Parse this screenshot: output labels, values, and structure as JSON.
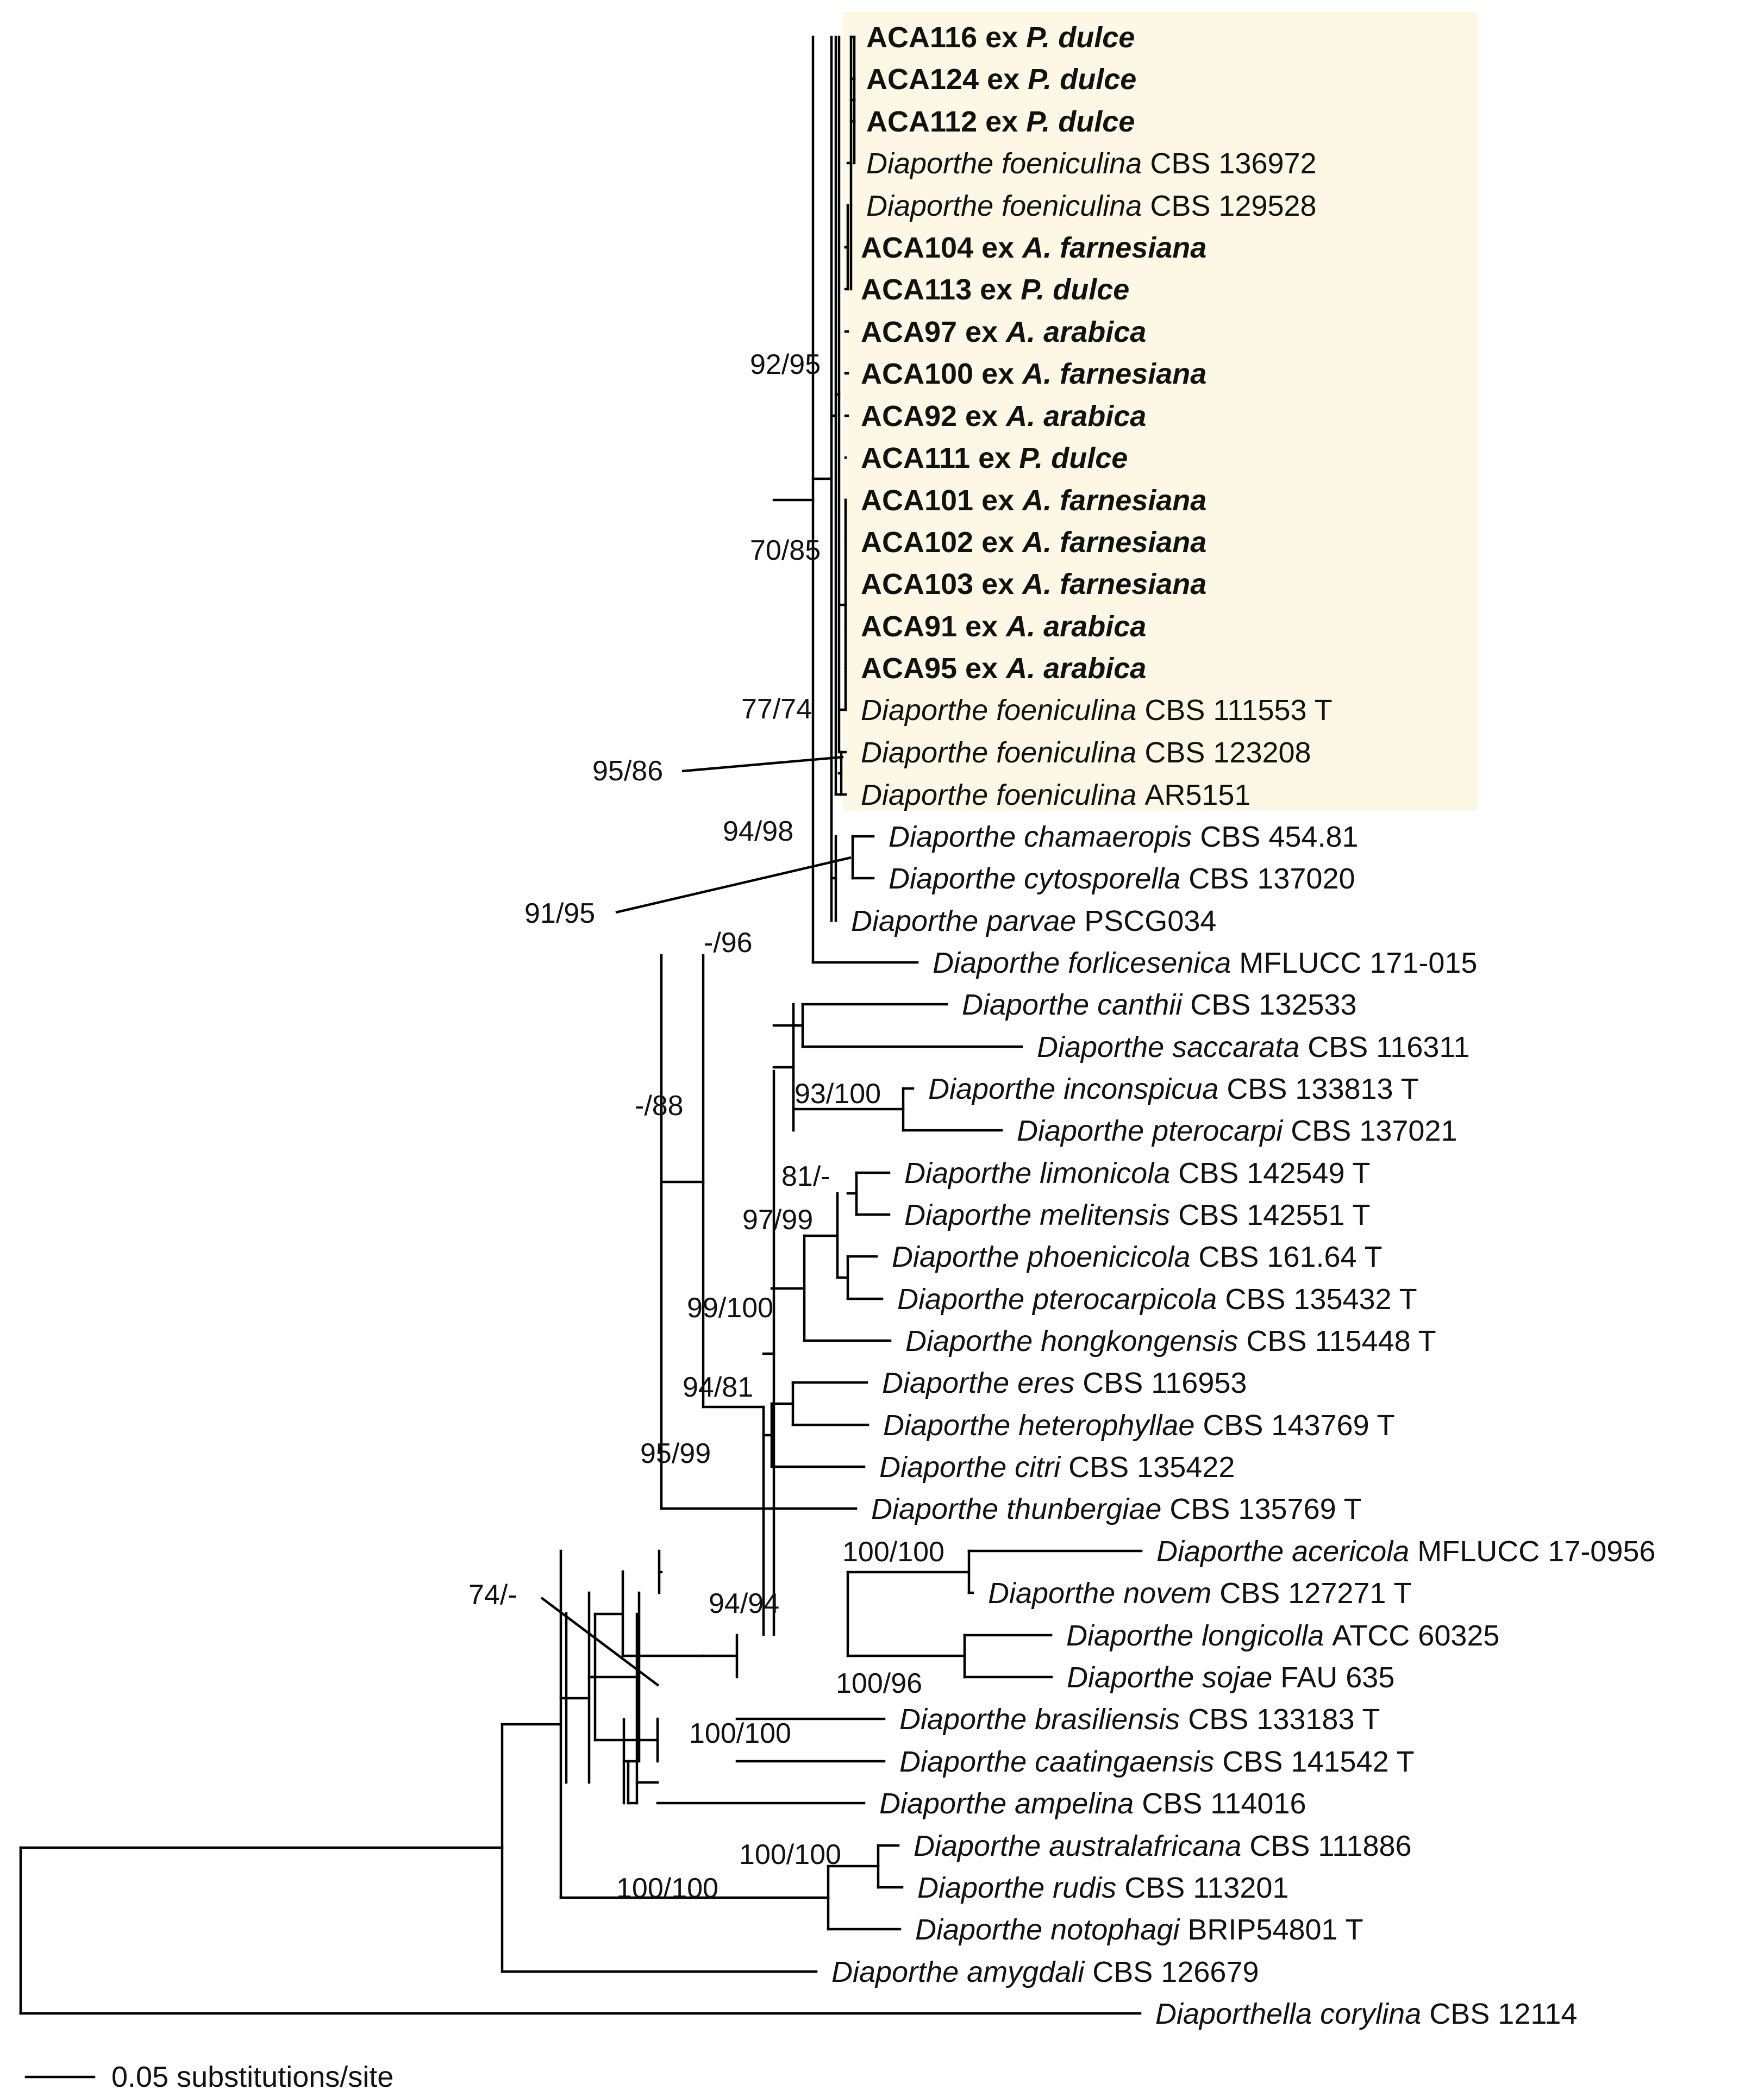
{
  "highlight_color": "#fdf8e6",
  "taxa": [
    {
      "id": "t1",
      "name": "ACA116",
      "host": "P. dulce",
      "bold": true
    },
    {
      "id": "t2",
      "name": "ACA124",
      "host": "P. dulce",
      "bold": true
    },
    {
      "id": "t3",
      "name": "ACA112",
      "host": "P. dulce",
      "bold": true
    },
    {
      "id": "t4",
      "genus": "Diaporthe foeniculina",
      "strain": "CBS 136972"
    },
    {
      "id": "t5",
      "genus": "Diaporthe foeniculina",
      "strain": "CBS 129528"
    },
    {
      "id": "t6",
      "name": "ACA104",
      "host": "A. farnesiana",
      "bold": true
    },
    {
      "id": "t7",
      "name": "ACA113",
      "host": "P. dulce",
      "bold": true
    },
    {
      "id": "t8",
      "name": "ACA97",
      "host": "A. arabica",
      "bold": true
    },
    {
      "id": "t9",
      "name": "ACA100",
      "host": "A. farnesiana",
      "bold": true
    },
    {
      "id": "t10",
      "name": "ACA92",
      "host": "A. arabica",
      "bold": true
    },
    {
      "id": "t11",
      "name": "ACA111",
      "host": "P. dulce",
      "bold": true
    },
    {
      "id": "t12",
      "name": "ACA101",
      "host": "A. farnesiana",
      "bold": true
    },
    {
      "id": "t13",
      "name": "ACA102",
      "host": "A. farnesiana",
      "bold": true
    },
    {
      "id": "t14",
      "name": "ACA103",
      "host": "A. farnesiana",
      "bold": true
    },
    {
      "id": "t15",
      "name": "ACA91",
      "host": "A. arabica",
      "bold": true
    },
    {
      "id": "t16",
      "name": "ACA95",
      "host": "A. arabica",
      "bold": true
    },
    {
      "id": "t17",
      "genus": "Diaporthe foeniculina",
      "strain": "CBS 111553 T"
    },
    {
      "id": "t18",
      "genus": "Diaporthe foeniculina",
      "strain": "CBS 123208"
    },
    {
      "id": "t19",
      "genus": "Diaporthe foeniculina",
      "strain": "AR5151"
    },
    {
      "id": "t20",
      "genus": "Diaporthe chamaeropis",
      "strain": "CBS 454.81"
    },
    {
      "id": "t21",
      "genus": "Diaporthe cytosporella",
      "strain": "CBS 137020"
    },
    {
      "id": "t22",
      "genus": "Diaporthe parvae",
      "strain": "PSCG034"
    },
    {
      "id": "t23",
      "genus": "Diaporthe forlicesenica",
      "strain": "MFLUCC 171-015"
    },
    {
      "id": "t24",
      "genus": "Diaporthe canthii",
      "strain": "CBS 132533"
    },
    {
      "id": "t25",
      "genus": "Diaporthe saccarata",
      "strain": "CBS 116311"
    },
    {
      "id": "t26",
      "genus": "Diaporthe inconspicua",
      "strain": "CBS 133813 T"
    },
    {
      "id": "t27",
      "genus": "Diaporthe pterocarpi",
      "strain": "CBS 137021"
    },
    {
      "id": "t28",
      "genus": "Diaporthe limonicola",
      "strain": "CBS 142549 T"
    },
    {
      "id": "t29",
      "genus": "Diaporthe melitensis",
      "strain": "CBS 142551 T"
    },
    {
      "id": "t30",
      "genus": "Diaporthe phoenicicola",
      "strain": "CBS 161.64 T"
    },
    {
      "id": "t31",
      "genus": "Diaporthe pterocarpicola",
      "strain": "CBS 135432 T"
    },
    {
      "id": "t32",
      "genus": "Diaporthe hongkongensis",
      "strain": "CBS 115448 T"
    },
    {
      "id": "t33",
      "genus": "Diaporthe eres",
      "strain": "CBS 116953"
    },
    {
      "id": "t34",
      "genus": "Diaporthe heterophyllae",
      "strain": "CBS 143769 T"
    },
    {
      "id": "t35",
      "genus": "Diaporthe citri",
      "strain": "CBS 135422"
    },
    {
      "id": "t36",
      "genus": "Diaporthe thunbergiae",
      "strain": "CBS 135769 T"
    },
    {
      "id": "t37",
      "genus": "Diaporthe acericola",
      "strain": "MFLUCC 17-0956"
    },
    {
      "id": "t38",
      "genus": "Diaporthe novem",
      "strain": "CBS 127271 T"
    },
    {
      "id": "t39",
      "genus": "Diaporthe longicolla",
      "strain": "ATCC 60325"
    },
    {
      "id": "t40",
      "genus": "Diaporthe sojae",
      "strain": "FAU 635"
    },
    {
      "id": "t41",
      "genus": "Diaporthe brasiliensis",
      "strain": "CBS 133183 T"
    },
    {
      "id": "t42",
      "genus": "Diaporthe caatingaensis",
      "strain": "CBS 141542 T"
    },
    {
      "id": "t43",
      "genus": "Diaporthe ampelina",
      "strain": "CBS 114016"
    },
    {
      "id": "t44",
      "genus": "Diaporthe australafricana",
      "strain": "CBS 111886"
    },
    {
      "id": "t45",
      "genus": "Diaporthe rudis",
      "strain": "CBS 113201"
    },
    {
      "id": "t46",
      "genus": "Diaporthe notophagi",
      "strain": "BRIP54801 T"
    },
    {
      "id": "t47",
      "genus": "Diaporthe amygdali",
      "strain": "CBS 126679"
    },
    {
      "id": "t48",
      "genus": "Diaporthella corylina",
      "strain": "CBS 12114"
    }
  ],
  "support_values": [
    "92/95",
    "70/85",
    "77/74",
    "95/86",
    "94/98",
    "91/95",
    "-/96",
    "93/100",
    "-/88",
    "81/-",
    "97/99",
    "99/100",
    "94/81",
    "95/99",
    "100/100",
    "94/94",
    "100/96",
    "74/-",
    "100/100",
    "100/100",
    "100/100"
  ],
  "scale_bar": {
    "label": "0.05 substitutions/site"
  }
}
